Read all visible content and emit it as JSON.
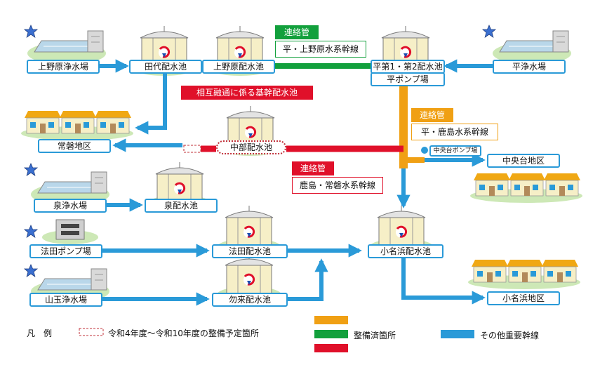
{
  "facilities": {
    "kamino_plant": "上野原浄水場",
    "taishiro_res": "田代配水池",
    "kamino_res": "上野原配水池",
    "taira12_res": "平第1・第2配水池",
    "taira_pump": "平ポンプ場",
    "taira_plant": "平浄水場",
    "joban_area": "常磐地区",
    "chubu_res": "中部配水池",
    "chuodai_pump": "中央台ポンプ場",
    "chuodai_area": "中央台地区",
    "izumi_plant": "泉浄水場",
    "izumi_res": "泉配水池",
    "hoda_pump": "法田ポンプ場",
    "hoda_res": "法田配水池",
    "onahama_res": "小名浜配水池",
    "yamatama_plant": "山玉浄水場",
    "nakoso_res": "勿来配水池",
    "onahama_area": "小名浜地区"
  },
  "connections": {
    "green_tag": "連絡管",
    "green_name": "平・上野原水系幹線",
    "orange_tag": "連絡管",
    "orange_name": "平・鹿島水系幹線",
    "red_tag": "連絡管",
    "red_name": "鹿島・常磐水系幹線",
    "core_title": "相互融通に係る基幹配水池"
  },
  "legend": {
    "title": "凡　例",
    "planned": "令和4年度～令和10年度の整備予定箇所",
    "done": "整備済箇所",
    "other": "その他重要幹線"
  },
  "colors": {
    "blue": "#2a9ad8",
    "green": "#12a03c",
    "orange": "#f0a014",
    "red": "#e0102a"
  }
}
